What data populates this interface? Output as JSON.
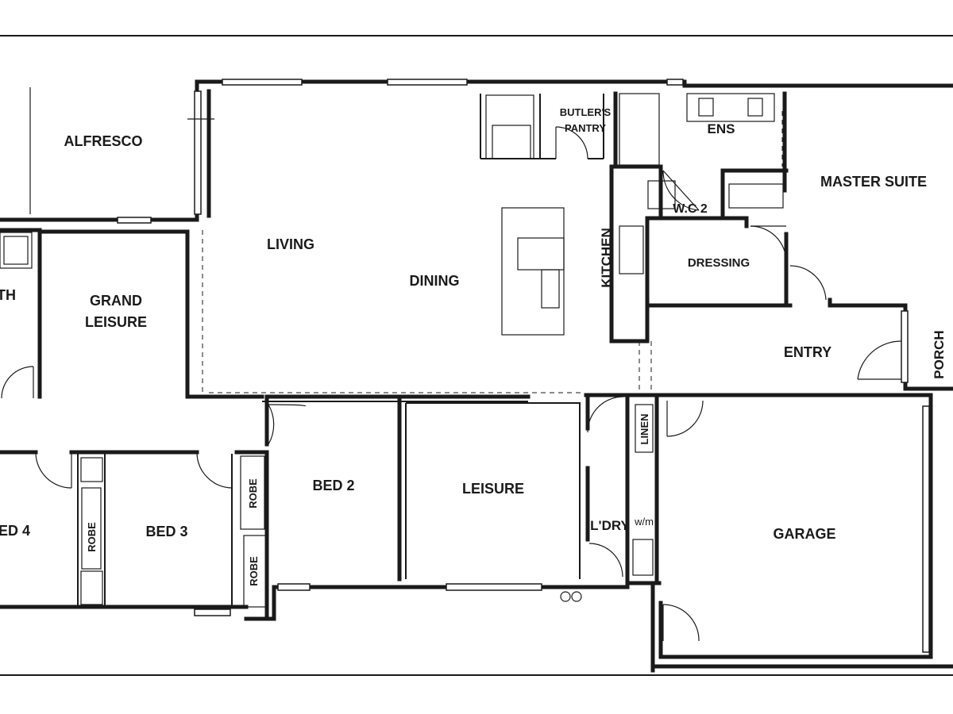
{
  "rooms": {
    "alfresco": "ALFRESCO",
    "bath": "TH",
    "grand_leisure_line1": "GRAND",
    "grand_leisure_line2": "LEISURE",
    "living": "LIVING",
    "dining": "DINING",
    "kitchen": "KITCHEN",
    "butlers_line1": "BUTLER'S",
    "butlers_line2": "PANTRY",
    "ens": "ENS",
    "wc2": "W.C 2",
    "dressing": "DRESSING",
    "master_suite": "MASTER SUITE",
    "entry": "ENTRY",
    "porch": "PORCH",
    "linen": "LINEN",
    "bed2": "BED 2",
    "leisure": "LEISURE",
    "laundry": "L'DRY",
    "washing_machine": "w/m",
    "garage": "GARAGE",
    "bed4": "ED 4",
    "bed3": "BED 3",
    "robe_bed4": "ROBE",
    "robe_bed2": "ROBE",
    "robe_bed3": "ROBE"
  }
}
